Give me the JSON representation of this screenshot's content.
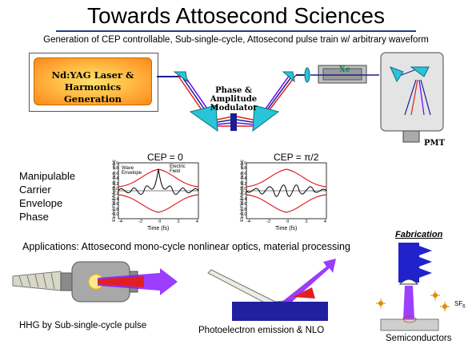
{
  "title": "Towards Attosecond Sciences",
  "subtitle": "Generation of CEP controllable, Sub-single-cycle, Attosecond pulse train w/ arbitrary waveform",
  "laser_label_line1": "Nd:YAG Laser &",
  "laser_label_line2": "Harmonics Generation",
  "modulator_line1": "Phase &",
  "modulator_line2": "Amplitude",
  "modulator_line3": "Modulator",
  "xe_label": "Xe",
  "pmt_label": "PMT",
  "cep_plot_left": {
    "title": "CEP = 0",
    "legend_1": "Wave",
    "legend_1b": "Envelope",
    "legend_2": "Electric",
    "legend_2b": "Field",
    "ylabel": "Electric Field Amplitude (arb. units)",
    "xlabel": "Time (fs)",
    "yticks": [
      "1.0",
      "0.8",
      "0.6",
      "0.4",
      "0.2",
      "0.0",
      "-0.2",
      "-0.4",
      "-0.6",
      "-0.8",
      "-1.0"
    ],
    "xticks": [
      "-4",
      "-2",
      "0",
      "2",
      "4"
    ]
  },
  "cep_plot_right": {
    "title": "CEP = π/2",
    "ylabel": "Electric Field Amplitude (arb. units)",
    "xlabel": "Time (fs)",
    "yticks": [
      "1.0",
      "0.8",
      "0.6",
      "0.4",
      "0.2",
      "0.0",
      "-0.2",
      "-0.4",
      "-0.6",
      "-0.8",
      "-1.0"
    ],
    "xticks": [
      "-4",
      "-2",
      "0",
      "2",
      "4"
    ]
  },
  "side_label": [
    "Manipulable",
    "Carrier",
    "Envelope",
    "Phase"
  ],
  "applications": "Applications: Attosecond mono-cycle nonlinear optics, material processing",
  "caption_hhg": "HHG by Sub-single-cycle pulse",
  "caption_photo": "Photoelectron emission & NLO",
  "caption_semi": "Semiconductors",
  "fabrication": "Fabrication",
  "sf6_label": "SF",
  "sf6_sub": "6",
  "colors": {
    "title_rule": "#1f3a8a",
    "cyan": "#29c4d8",
    "navy": "#1a1f8f",
    "red": "#e02020",
    "purple": "#6a00ff"
  }
}
